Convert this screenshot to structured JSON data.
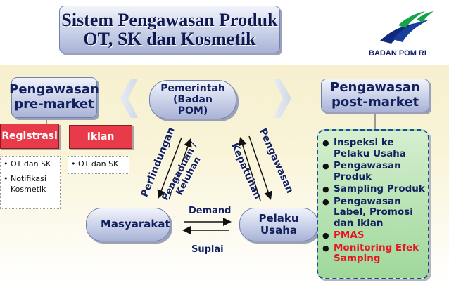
{
  "title": {
    "line1": "Sistem Pengawasan Produk",
    "line2": "OT, SK dan Kosmetik"
  },
  "logo": {
    "text": "BADAN POM RI",
    "icon": "badan-pom-logo"
  },
  "pre_market": {
    "label": "Pengawasan pre-market"
  },
  "post_market": {
    "label": "Pengawasan post-market"
  },
  "pemerintah": {
    "label": "Pemerintah (Badan POM)"
  },
  "masyarakat": {
    "label": "Masyarakat"
  },
  "pelaku": {
    "label": "Pelaku Usaha"
  },
  "registrasi": {
    "label": "Registrasi",
    "items": [
      "OT dan SK",
      "Notifikasi Kosmetik"
    ]
  },
  "iklan": {
    "label": "Iklan",
    "items": [
      "OT dan SK"
    ]
  },
  "edges": {
    "perlindungan": "Perlindungan",
    "pengaduan": "Pengaduan / Keluhan",
    "pengawasan": "Pengawasan",
    "kepatuhan": "Kepatuhan",
    "demand": "Demand",
    "suplai": "Suplai"
  },
  "post_items": [
    {
      "text": "Inspeksi ke Pelaku Usaha",
      "color": "#13205e"
    },
    {
      "text": "Pengawasan Produk",
      "color": "#13205e"
    },
    {
      "text": "Sampling Produk",
      "color": "#13205e"
    },
    {
      "text": "Pengawasan Label, Promosi dan Iklan",
      "color": "#13205e"
    },
    {
      "text": "PMAS",
      "color": "#e8141f"
    },
    {
      "text": "Monitoring Efek Samping",
      "color": "#e8141f"
    }
  ]
}
